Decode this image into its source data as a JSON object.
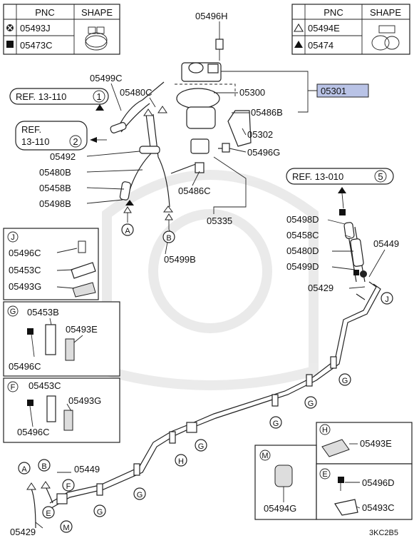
{
  "shape_table_left": {
    "header_pnc": "PNC",
    "header_shape": "SHAPE",
    "rows": [
      {
        "symbol": "circle-cross",
        "pnc": "05493J"
      },
      {
        "symbol": "filled-square",
        "pnc": "05473C"
      }
    ]
  },
  "shape_table_right": {
    "header_pnc": "PNC",
    "header_shape": "SHAPE",
    "rows": [
      {
        "symbol": "open-triangle",
        "pnc": "05494E"
      },
      {
        "symbol": "filled-triangle",
        "pnc": "05474"
      }
    ]
  },
  "refs": {
    "ref_upper_1": "REF. 13-110",
    "ref_upper_1_num": "1",
    "ref_upper_2a": "REF.",
    "ref_upper_2b": "13-110",
    "ref_upper_2_num": "2",
    "ref_right": "REF. 13-010",
    "ref_right_num": "5"
  },
  "assembly_part": "05301",
  "labels": {
    "p05496H": "05496H",
    "p05499C": "05499C",
    "p05480C": "05480C",
    "p05300": "05300",
    "p05486B": "05486B",
    "p05302": "05302",
    "p05496G": "05496G",
    "p05492": "05492",
    "p05480B": "05480B",
    "p05458B": "05458B",
    "p05498B": "05498B",
    "p05486C": "05486C",
    "p05335": "05335",
    "p05499B": "05499B",
    "p05498D": "05498D",
    "p05458C": "05458C",
    "p05480D": "05480D",
    "p05499D": "05499D",
    "p05449_r": "05449",
    "p05429_r": "05429",
    "p05449_b": "05449",
    "p05429_b": "05429"
  },
  "markers": {
    "A": "A",
    "B": "B",
    "J": "J",
    "G": "G",
    "H": "H",
    "E": "E",
    "F": "F",
    "M": "M"
  },
  "detail_J": {
    "title": "J",
    "parts": [
      "05496C",
      "05453C",
      "05493G"
    ]
  },
  "detail_G": {
    "title": "G",
    "parts": [
      "05453B",
      "05493E",
      "05496C"
    ]
  },
  "detail_F": {
    "title": "F",
    "parts": [
      "05453C",
      "05493G",
      "05496C"
    ]
  },
  "detail_H": {
    "title": "H",
    "parts": [
      "05493E"
    ]
  },
  "detail_M": {
    "title": "M",
    "parts": [
      "05494G"
    ]
  },
  "detail_E": {
    "title": "E",
    "parts": [
      "05496D",
      "05493C"
    ]
  },
  "diagram_code": "3KC2B5",
  "colors": {
    "assembly_highlight": "#b9c3e6",
    "line": "#222222"
  }
}
